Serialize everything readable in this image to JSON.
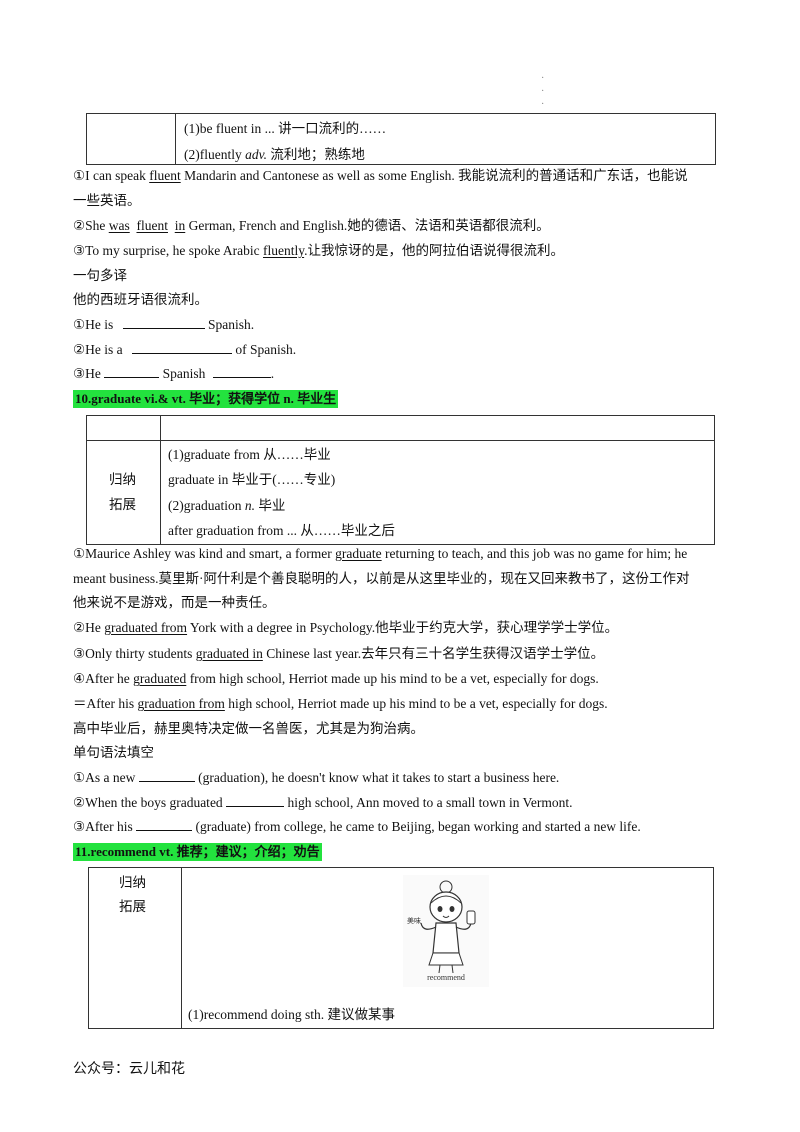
{
  "dots": "· · ·",
  "table1": {
    "row1": "(1)be fluent in ...  讲一口流利的……",
    "row2_prefix": "(2)fluently ",
    "row2_italic": "adv.",
    "row2_suffix": " 流利地；熟练地"
  },
  "examples_fluent": {
    "e1_a": "①I can speak ",
    "e1_u": "fluent",
    "e1_b": " Mandarin and Cantonese as well as some English. 我能说流利的普通话和广东话，也能说",
    "e1_c": "一些英语。",
    "e2_a": "②She ",
    "e2_u1": "was",
    "e2_u2": "fluent",
    "e2_u3": "in",
    "e2_b": " German, French and English.她的德语、法语和英语都很流利。",
    "e3_a": "③To my surprise, he spoke Arabic ",
    "e3_u": "fluently",
    "e3_b": ".让我惊讶的是，他的阿拉伯语说得很流利。"
  },
  "translate": {
    "title": "一句多译",
    "sentence": "他的西班牙语很流利。",
    "t1_a": "①He is ",
    "t1_b": " Spanish.",
    "t2_a": "②He is a ",
    "t2_b": " of Spanish.",
    "t3_a": "③He ",
    "t3_b": " Spanish ",
    "t3_c": "."
  },
  "heading10": "10.graduate vi.& vt.  毕业；获得学位    n.  毕业生",
  "table2": {
    "label1": "归纳",
    "label2": "拓展",
    "r1": "(1)graduate from  从……毕业",
    "r2": "graduate in  毕业于(……专业)",
    "r3_a": "(2)graduation ",
    "r3_i": "n.",
    "r3_b": "  毕业",
    "r4": "after graduation from ...  从……毕业之后"
  },
  "examples_graduate": {
    "e1_a": "①Maurice Ashley was kind and smart, a former ",
    "e1_u": "graduate",
    "e1_b": " returning to teach, and this job was no game for him; he",
    "e1_c": "meant business.莫里斯·阿什利是个善良聪明的人，以前是从这里毕业的，现在又回来教书了，这份工作对",
    "e1_d": "他来说不是游戏，而是一种责任。",
    "e2_a": "②He ",
    "e2_u": "graduated from",
    "e2_b": " York with a degree in Psychology.他毕业于约克大学，获心理学学士学位。",
    "e3_a": "③Only thirty students ",
    "e3_u": "graduated in",
    "e3_b": " Chinese last year.去年只有三十名学生获得汉语学士学位。",
    "e4_a": "④After he ",
    "e4_u": "graduated",
    "e4_b": " from high school, Herriot made up his mind to be a vet, especially for dogs.",
    "e5_a": "＝After his ",
    "e5_u": "graduation from",
    "e5_b": " high school, Herriot made up his mind to be a vet, especially for dogs.",
    "e6": "高中毕业后，赫里奥特决定做一名兽医，尤其是为狗治病。"
  },
  "fill": {
    "title": "单句语法填空",
    "f1_a": "①As a new ",
    "f1_b": " (graduation), he doesn't know what it takes to start a business here.",
    "f2_a": "②When the boys graduated ",
    "f2_b": " high school, Ann moved to a small town in Vermont.",
    "f3_a": "③After his ",
    "f3_b": " (graduate) from college, he    came to Beijing, began working and started a new life."
  },
  "heading11": "11.recommend vt.  推荐；建议；介绍；劝告",
  "table3": {
    "label1": "归纳",
    "label2": "拓展",
    "illus_caption": "recommend",
    "illus_tag": "美味",
    "r1": "(1)recommend doing sth.  建议做某事"
  },
  "footer": "公众号：云儿和花"
}
